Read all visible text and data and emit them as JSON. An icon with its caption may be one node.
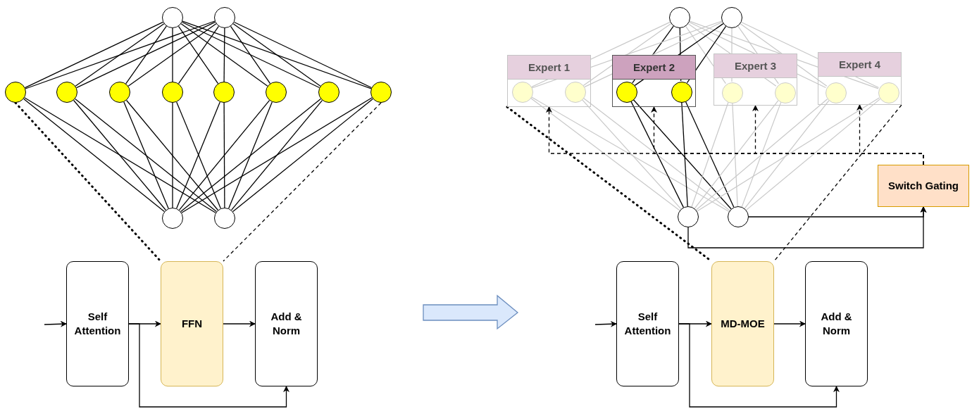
{
  "diagram": {
    "nodes": [
      {
        "text": [],
        "shape": "circle"
      },
      {
        "text": [],
        "shape": "circle"
      },
      {
        "text": [],
        "shape": "circle"
      },
      {
        "text": [],
        "shape": "circle"
      },
      {
        "text": [],
        "shape": "circle"
      },
      {
        "text": [],
        "shape": "circle"
      },
      {
        "text": [],
        "shape": "circle"
      },
      {
        "text": [],
        "shape": "circle"
      },
      {
        "text": [],
        "shape": "circle"
      },
      {
        "text": [],
        "shape": "circle"
      },
      {
        "text": [],
        "shape": "circle"
      },
      {
        "text": [],
        "shape": "circle"
      },
      {
        "text": [
          "Self Attention"
        ]
      },
      {
        "text": [
          "FFN"
        ]
      },
      {
        "text": [
          "Add & Norm"
        ]
      },
      {
        "text": [],
        "shape": "circle"
      },
      {
        "text": [],
        "shape": "circle"
      },
      {
        "text": [
          "Expert 1"
        ]
      },
      {
        "text": [],
        "shape": "circle",
        "in": 17
      },
      {
        "text": [],
        "shape": "circle",
        "in": 17
      },
      {
        "text": [
          "Expert 2"
        ]
      },
      {
        "text": [],
        "shape": "circle",
        "in": 20
      },
      {
        "text": [],
        "shape": "circle",
        "in": 20
      },
      {
        "text": [
          "Expert 3"
        ]
      },
      {
        "text": [],
        "shape": "circle",
        "in": 23
      },
      {
        "text": [],
        "shape": "circle",
        "in": 23
      },
      {
        "text": [
          "Expert 4"
        ]
      },
      {
        "text": [],
        "shape": "circle",
        "in": 26
      },
      {
        "text": [],
        "shape": "circle",
        "in": 26
      },
      {
        "text": [
          "Switch Gating"
        ]
      },
      {
        "text": [],
        "shape": "circle"
      },
      {
        "text": [],
        "shape": "circle"
      },
      {
        "text": [
          "Self Attention"
        ]
      },
      {
        "text": [
          "MD-MOE"
        ]
      },
      {
        "text": [
          "Add & Norm"
        ]
      }
    ],
    "edges": [
      {
        "from": 0,
        "to": 2,
        "arrow": "none"
      },
      {
        "from": 0,
        "to": 3,
        "arrow": "none"
      },
      {
        "from": 0,
        "to": 4,
        "arrow": "none"
      },
      {
        "from": 0,
        "to": 5,
        "arrow": "none"
      },
      {
        "from": 0,
        "to": 6,
        "arrow": "none"
      },
      {
        "from": 0,
        "to": 7,
        "arrow": "none"
      },
      {
        "from": 0,
        "to": 8,
        "arrow": "none"
      },
      {
        "from": 0,
        "to": 9,
        "arrow": "none"
      },
      {
        "from": 1,
        "to": 2,
        "arrow": "none"
      },
      {
        "from": 1,
        "to": 3,
        "arrow": "none"
      },
      {
        "from": 1,
        "to": 4,
        "arrow": "none"
      },
      {
        "from": 1,
        "to": 5,
        "arrow": "none"
      },
      {
        "from": 1,
        "to": 6,
        "arrow": "none"
      },
      {
        "from": 1,
        "to": 7,
        "arrow": "none"
      },
      {
        "from": 1,
        "to": 8,
        "arrow": "none"
      },
      {
        "from": 1,
        "to": 9,
        "arrow": "none"
      },
      {
        "from": 2,
        "to": 10,
        "arrow": "none"
      },
      {
        "from": 2,
        "to": 11,
        "arrow": "none"
      },
      {
        "from": 3,
        "to": 10,
        "arrow": "none"
      },
      {
        "from": 3,
        "to": 11,
        "arrow": "none"
      },
      {
        "from": 4,
        "to": 10,
        "arrow": "none"
      },
      {
        "from": 4,
        "to": 11,
        "arrow": "none"
      },
      {
        "from": 5,
        "to": 10,
        "arrow": "none"
      },
      {
        "from": 5,
        "to": 11,
        "arrow": "none"
      },
      {
        "from": 6,
        "to": 10,
        "arrow": "none"
      },
      {
        "from": 6,
        "to": 11,
        "arrow": "none"
      },
      {
        "from": 7,
        "to": 10,
        "arrow": "none"
      },
      {
        "from": 7,
        "to": 11,
        "arrow": "none"
      },
      {
        "from": 8,
        "to": 10,
        "arrow": "none"
      },
      {
        "from": 8,
        "to": 11,
        "arrow": "none"
      },
      {
        "from": 9,
        "to": 10,
        "arrow": "none"
      },
      {
        "from": 9,
        "to": 11,
        "arrow": "none"
      },
      {
        "from": 2,
        "to": 13,
        "arrow": "none",
        "style": "dashed"
      },
      {
        "from": 9,
        "to": 13,
        "arrow": "none",
        "style": "dashed"
      },
      {
        "from": null,
        "to": 12,
        "arrow": "to"
      },
      {
        "from": 12,
        "to": 13,
        "arrow": "to"
      },
      {
        "from": 13,
        "to": 14,
        "arrow": "to"
      },
      {
        "from": 12,
        "to": 14,
        "arrow": "to"
      },
      {
        "from": 15,
        "to": 18,
        "arrow": "none",
        "color": "#c8c8c8"
      },
      {
        "from": 15,
        "to": 19,
        "arrow": "none",
        "color": "#c8c8c8"
      },
      {
        "from": 15,
        "to": 21,
        "arrow": "none"
      },
      {
        "from": 15,
        "to": 22,
        "arrow": "none"
      },
      {
        "from": 15,
        "to": 24,
        "arrow": "none",
        "color": "#c8c8c8"
      },
      {
        "from": 15,
        "to": 25,
        "arrow": "none",
        "color": "#c8c8c8"
      },
      {
        "from": 15,
        "to": 27,
        "arrow": "none",
        "color": "#c8c8c8"
      },
      {
        "from": 15,
        "to": 28,
        "arrow": "none",
        "color": "#c8c8c8"
      },
      {
        "from": 16,
        "to": 18,
        "arrow": "none",
        "color": "#c8c8c8"
      },
      {
        "from": 16,
        "to": 19,
        "arrow": "none",
        "color": "#c8c8c8"
      },
      {
        "from": 16,
        "to": 21,
        "arrow": "none"
      },
      {
        "from": 16,
        "to": 22,
        "arrow": "none"
      },
      {
        "from": 16,
        "to": 24,
        "arrow": "none",
        "color": "#c8c8c8"
      },
      {
        "from": 16,
        "to": 25,
        "arrow": "none",
        "color": "#c8c8c8"
      },
      {
        "from": 16,
        "to": 27,
        "arrow": "none",
        "color": "#c8c8c8"
      },
      {
        "from": 16,
        "to": 28,
        "arrow": "none",
        "color": "#c8c8c8"
      },
      {
        "from": 18,
        "to": 30,
        "arrow": "none",
        "color": "#c8c8c8"
      },
      {
        "from": 18,
        "to": 31,
        "arrow": "none",
        "color": "#c8c8c8"
      },
      {
        "from": 19,
        "to": 30,
        "arrow": "none",
        "color": "#c8c8c8"
      },
      {
        "from": 19,
        "to": 31,
        "arrow": "none",
        "color": "#c8c8c8"
      },
      {
        "from": 21,
        "to": 30,
        "arrow": "none"
      },
      {
        "from": 21,
        "to": 31,
        "arrow": "none"
      },
      {
        "from": 22,
        "to": 30,
        "arrow": "none"
      },
      {
        "from": 22,
        "to": 31,
        "arrow": "none"
      },
      {
        "from": 24,
        "to": 30,
        "arrow": "none",
        "color": "#c8c8c8"
      },
      {
        "from": 24,
        "to": 31,
        "arrow": "none",
        "color": "#c8c8c8"
      },
      {
        "from": 25,
        "to": 30,
        "arrow": "none",
        "color": "#c8c8c8"
      },
      {
        "from": 25,
        "to": 31,
        "arrow": "none",
        "color": "#c8c8c8"
      },
      {
        "from": 27,
        "to": 30,
        "arrow": "none",
        "color": "#c8c8c8"
      },
      {
        "from": 27,
        "to": 31,
        "arrow": "none",
        "color": "#c8c8c8"
      },
      {
        "from": 28,
        "to": 30,
        "arrow": "none",
        "color": "#c8c8c8"
      },
      {
        "from": 28,
        "to": 31,
        "arrow": "none",
        "color": "#c8c8c8"
      },
      {
        "from": 29,
        "to": 17,
        "arrow": "to",
        "style": "dashed"
      },
      {
        "from": 29,
        "to": 20,
        "arrow": "to",
        "style": "dashed"
      },
      {
        "from": 29,
        "to": 23,
        "arrow": "to",
        "style": "dashed"
      },
      {
        "from": 29,
        "to": 26,
        "arrow": "to",
        "style": "dashed"
      },
      {
        "from": 30,
        "to": 29,
        "arrow": "to"
      },
      {
        "from": 31,
        "to": 29,
        "arrow": "to"
      },
      {
        "from": 17,
        "to": 33,
        "arrow": "none",
        "style": "dashed"
      },
      {
        "from": 26,
        "to": 33,
        "arrow": "none",
        "style": "dashed"
      },
      {
        "from": null,
        "to": 32,
        "arrow": "to"
      },
      {
        "from": 32,
        "to": 33,
        "arrow": "to"
      },
      {
        "from": 33,
        "to": 34,
        "arrow": "to"
      },
      {
        "from": 32,
        "to": 34,
        "arrow": "to"
      }
    ]
  }
}
